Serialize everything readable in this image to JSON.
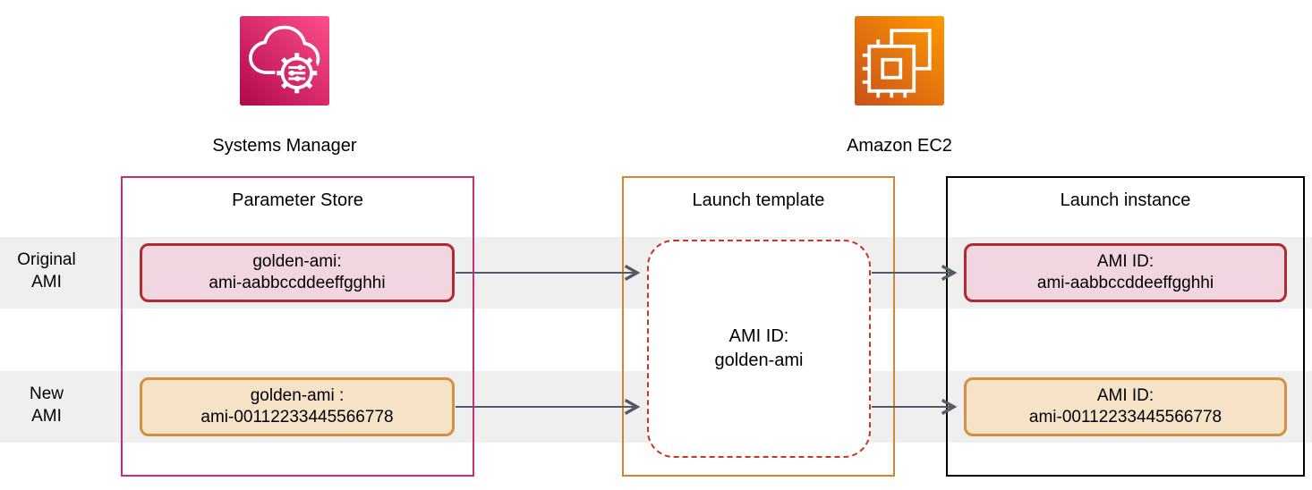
{
  "diagram": {
    "services": {
      "systems_manager": {
        "label": "Systems Manager",
        "icon": "systems-manager-cloud-gear-icon"
      },
      "ec2": {
        "label": "Amazon EC2",
        "icon": "ec2-chip-icon"
      }
    },
    "row_labels": {
      "original": {
        "line1": "Original",
        "line2": "AMI"
      },
      "new": {
        "line1": "New",
        "line2": "AMI"
      }
    },
    "parameter_store": {
      "title": "Parameter Store",
      "original_param": {
        "line1": "golden-ami:",
        "line2": "ami-aabbccddeeffgghhi"
      },
      "new_param": {
        "line1": "golden-ami :",
        "line2": "ami-00112233445566778"
      }
    },
    "launch_template": {
      "title": "Launch template",
      "ami_reference": {
        "line1": "AMI ID:",
        "line2": "golden-ami"
      }
    },
    "launch_instance": {
      "title": "Launch instance",
      "original_instance": {
        "line1": "AMI ID:",
        "line2": "ami-aabbccddeeffgghhi"
      },
      "new_instance": {
        "line1": "AMI ID:",
        "line2": "ami-00112233445566778"
      }
    }
  },
  "colors": {
    "sm_gradient_start": "#B0084D",
    "sm_gradient_end": "#FF4F8B",
    "ec2_gradient_start": "#C8511B",
    "ec2_gradient_end": "#FF9900",
    "parameter_store_border": "#cc2d6e",
    "launch_template_border": "#d9822f",
    "launch_instance_border": "#000000",
    "original_fill": "#f1d5e1",
    "original_border": "#b02a30",
    "new_fill": "#f6e2c6",
    "new_border": "#d3903f",
    "dashed_border": "#ce3426",
    "band": "#efefef",
    "arrow": "#545b64"
  }
}
